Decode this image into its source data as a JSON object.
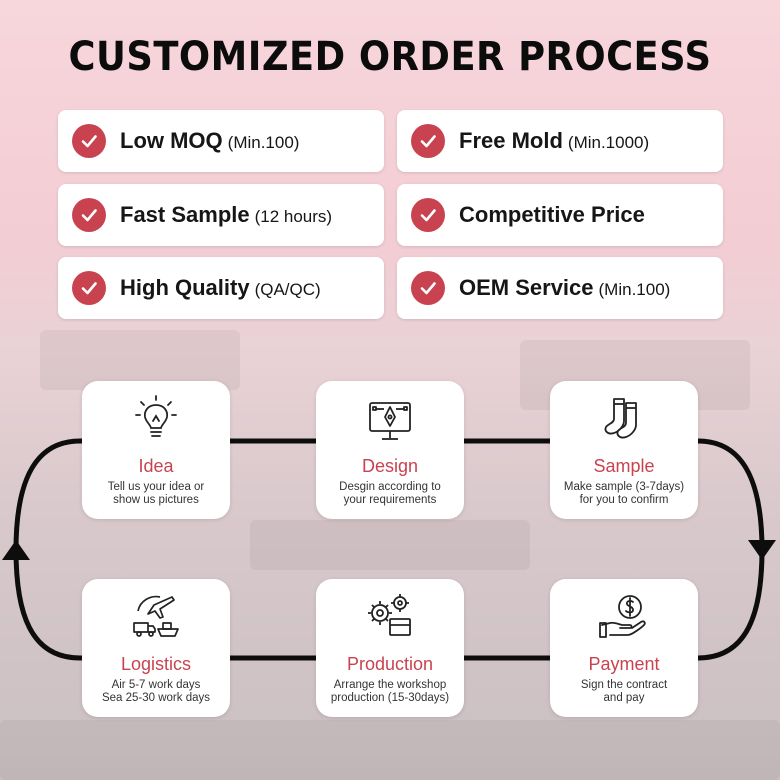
{
  "title": "CUSTOMIZED ORDER PROCESS",
  "colors": {
    "accent": "#c8434f",
    "title": "#0c0c0c",
    "card": "#ffffff",
    "loop": "#0d0d0d"
  },
  "features": [
    {
      "main": "Low MOQ",
      "sub": "(Min.100)",
      "icon": "check-icon"
    },
    {
      "main": "Free Mold",
      "sub": "(Min.1000)",
      "icon": "check-icon"
    },
    {
      "main": "Fast Sample",
      "sub": "(12 hours)",
      "icon": "check-icon"
    },
    {
      "main": "Competitive Price",
      "sub": "",
      "icon": "check-icon"
    },
    {
      "main": "High Quality",
      "sub": "(QA/QC)",
      "icon": "check-icon"
    },
    {
      "main": "OEM Service",
      "sub": "(Min.100)",
      "icon": "check-icon"
    }
  ],
  "steps": [
    {
      "title": "Idea",
      "line1": "Tell us your idea or",
      "line2": "show us pictures",
      "icon": "lightbulb-icon"
    },
    {
      "title": "Design",
      "line1": "Desgin according to",
      "line2": "your requirements",
      "icon": "monitor-pen-icon"
    },
    {
      "title": "Sample",
      "line1": "Make sample (3-7days)",
      "line2": "for you to confirm",
      "icon": "socks-icon"
    },
    {
      "title": "Logistics",
      "line1": "Air 5-7 work days",
      "line2": "Sea 25-30 work days",
      "icon": "plane-truck-ship-icon"
    },
    {
      "title": "Production",
      "line1": "Arrange the workshop",
      "line2": "production (15-30days)",
      "icon": "gears-icon"
    },
    {
      "title": "Payment",
      "line1": "Sign the contract",
      "line2": "and pay",
      "icon": "hand-coin-icon"
    }
  ]
}
